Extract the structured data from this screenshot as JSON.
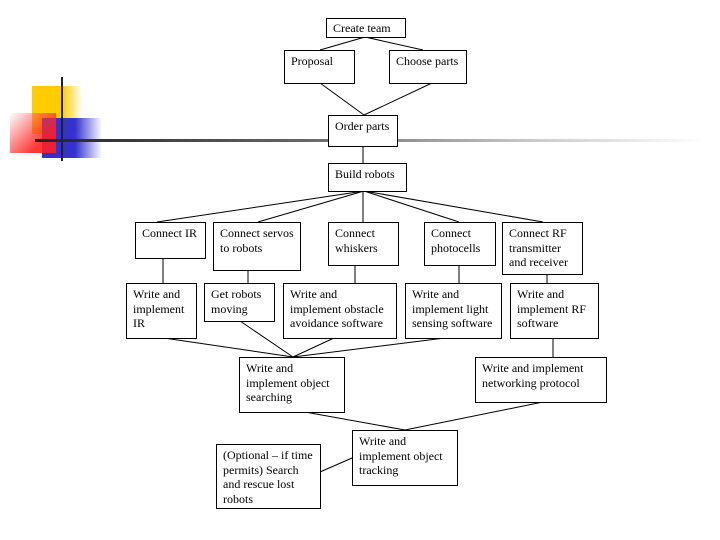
{
  "nodes": {
    "create_team": "Create team",
    "proposal": "Proposal",
    "choose_parts": "Choose parts",
    "order_parts": "Order parts",
    "build_robots": "Build robots",
    "connect_ir": "Connect IR",
    "connect_servos": "Connect servos to robots",
    "connect_whiskers": "Connect whiskers",
    "connect_photocells": "Connect photocells",
    "connect_rf": "Connect RF transmitter and receiver",
    "write_ir": "Write and implement IR",
    "get_moving": "Get robots moving",
    "write_obstacle": "Write and implement obstacle avoidance software",
    "write_light": "Write and implement light sensing software",
    "write_rf": "Write and implement RF software",
    "object_searching": "Write and implement object searching",
    "networking": "Write and implement networking protocol",
    "object_tracking": "Write and implement object tracking",
    "search_rescue": "(Optional – if time permits) Search and rescue lost robots"
  }
}
